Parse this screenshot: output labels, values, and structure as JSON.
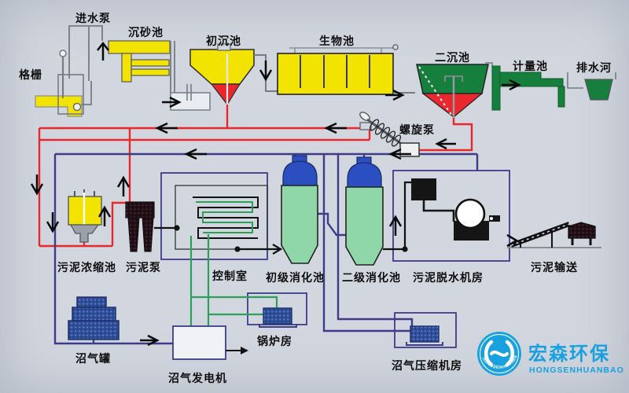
{
  "labels": {
    "inlet_pump": "进水泵",
    "bar_screen": "格栅",
    "grit_chamber": "沉砂池",
    "primary_sedimentation": "初沉池",
    "biological_tank": "生物池",
    "secondary_sedimentation": "二沉池",
    "metering_tank": "计量池",
    "outfall_river": "排水河",
    "screw_pump": "螺旋泵",
    "sludge_thickener": "污泥浓缩池",
    "sludge_pump": "污泥泵",
    "control_room": "控制室",
    "primary_digester": "初级消化池",
    "secondary_digester": "二级消化池",
    "sludge_dewatering_room": "污泥脱水机房",
    "sludge_conveying": "污泥输送",
    "biogas_tank": "沼气罐",
    "biogas_generator": "沼气发电机",
    "boiler_room": "锅炉房",
    "biogas_compressor_room": "沼气压缩机房"
  },
  "logo": {
    "name_cn": "宏森环保",
    "name_en": "HONGSENHUANBAO",
    "color": "#18a0df"
  },
  "colors": {
    "background": "#d2d7df",
    "tank_yellow": "#f2e300",
    "tank_green": "#177f3d",
    "funnel_red": "#e8282c",
    "digester_green": "#8fd6a8",
    "dome_blue": "#2b4fc0",
    "pipe_red": "#e8282c",
    "pipe_navy": "#3c3c88",
    "pipe_green": "#2e9e5b",
    "pipe_gray": "#777b82",
    "logo_blue": "#18a0df"
  }
}
